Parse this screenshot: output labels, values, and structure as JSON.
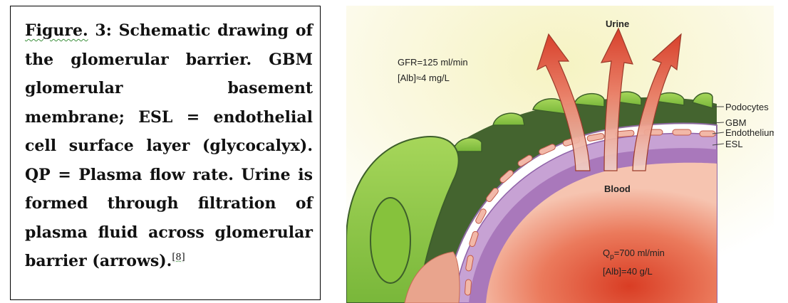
{
  "caption": {
    "label": "Figure.",
    "text": " 3: Schematic drawing of the glomerular barrier. GBM glomerular basement membrane; ESL = endothelial cell surface layer (glycocalyx). QP = Plasma flow rate. Urine is formed through filtration of plasma fluid across glomerular barrier (arrows).",
    "reference": "[8]"
  },
  "diagram": {
    "urine_label": "Urine",
    "blood_label": "Blood",
    "gfr_text": "GFR=125 ml/min",
    "alb_urine_text": "[Alb]≈4 mg/L",
    "qp_symbol": "Q",
    "qp_subscript": "p",
    "qp_value": "=700 ml/min",
    "alb_blood_text": "[Alb]=40 g/L",
    "layers": [
      "Podocytes",
      "GBM",
      "Endothelium",
      "ESL"
    ],
    "colors": {
      "background": "#f9f6cf",
      "podocyte": "#8cc63f",
      "podocyte_dark": "#3d5f2a",
      "gbm": "#ffffff",
      "endothelium": "#b48ac4",
      "esl": "#9e6cb0",
      "blood": "#e2533a",
      "arrow": "#e0614d"
    }
  }
}
